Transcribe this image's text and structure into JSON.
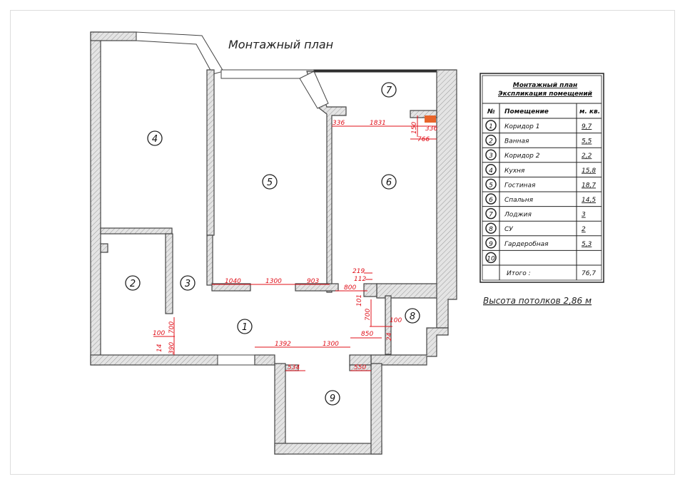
{
  "plan_title": "Монтажный план",
  "ceiling_height": "Высота потолков   2,86  м",
  "table": {
    "title_line1": "Монтажный план",
    "title_line2": "Экспликация помещений",
    "headers": {
      "num": "№",
      "room": "Помещение",
      "area": "м. кв."
    },
    "rows": [
      {
        "num": "1",
        "room": "Коридор  1",
        "area": "9,7"
      },
      {
        "num": "2",
        "room": "Ванная",
        "area": "5,5"
      },
      {
        "num": "3",
        "room": "Коридор  2",
        "area": "2,2"
      },
      {
        "num": "4",
        "room": "Кухня",
        "area": "15,8"
      },
      {
        "num": "5",
        "room": "Гостиная",
        "area": "18,7"
      },
      {
        "num": "6",
        "room": "Спальня",
        "area": "14,5"
      },
      {
        "num": "7",
        "room": "Лоджия",
        "area": "3"
      },
      {
        "num": "8",
        "room": "СУ",
        "area": "2"
      },
      {
        "num": "9",
        "room": "Гардеробная",
        "area": "5,3"
      },
      {
        "num": "10",
        "room": "",
        "area": ""
      }
    ],
    "total_label": "Итого :",
    "total_value": "76,7"
  },
  "room_labels": [
    "1",
    "2",
    "3",
    "4",
    "5",
    "6",
    "7",
    "8",
    "9"
  ],
  "dimensions": [
    "336",
    "1831",
    "150",
    "336",
    "766",
    "1040",
    "1300",
    "903",
    "219",
    "112",
    "800",
    "101",
    "700",
    "100",
    "850",
    "1392",
    "1300",
    "534",
    "550",
    "100",
    "700",
    "14",
    "390",
    "24"
  ],
  "colors": {
    "dimension": "#e0101a",
    "wall_hatch": "#9a9a9a",
    "socket": "#e8642a"
  }
}
